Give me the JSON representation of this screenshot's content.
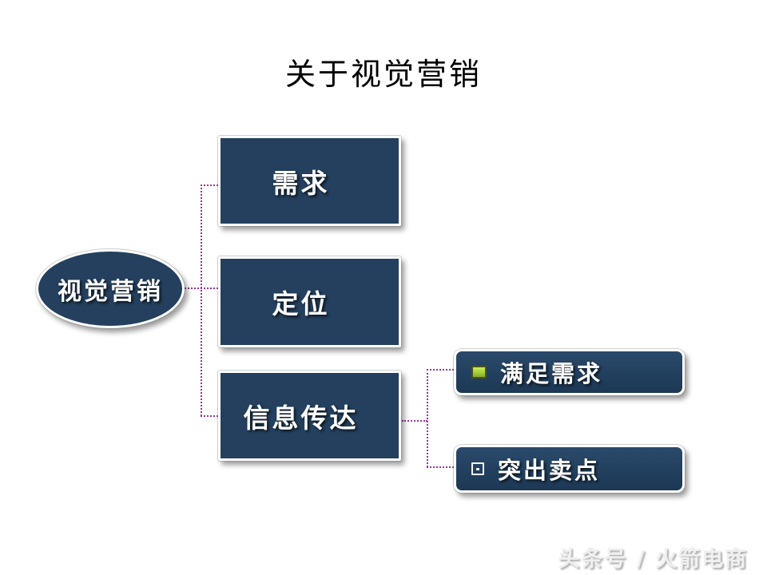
{
  "slide": {
    "title": "关于视觉营销",
    "watermark": "头条号 / 火箭电商"
  },
  "diagram": {
    "type": "hierarchy",
    "root": {
      "label": "视觉营销",
      "shape": "ellipse"
    },
    "branches": [
      {
        "label": "需求"
      },
      {
        "label": "定位"
      },
      {
        "label": "信息传达"
      }
    ],
    "sub_branches": [
      {
        "label": "满足需求",
        "bullet": "filled-green-square",
        "parent": "信息传达"
      },
      {
        "label": "突出卖点",
        "bullet": "hollow-white-square",
        "parent": "信息传达"
      }
    ],
    "connector_style": "dotted"
  },
  "colors": {
    "node_fill": "#24405e",
    "node_border": "#ffffff",
    "node_text": "#ffffff",
    "connector": "#993399",
    "bullet_green": "#a6ce39",
    "title_text": "#000000",
    "watermark_text": "#f0f0f0",
    "background": "#ffffff"
  }
}
